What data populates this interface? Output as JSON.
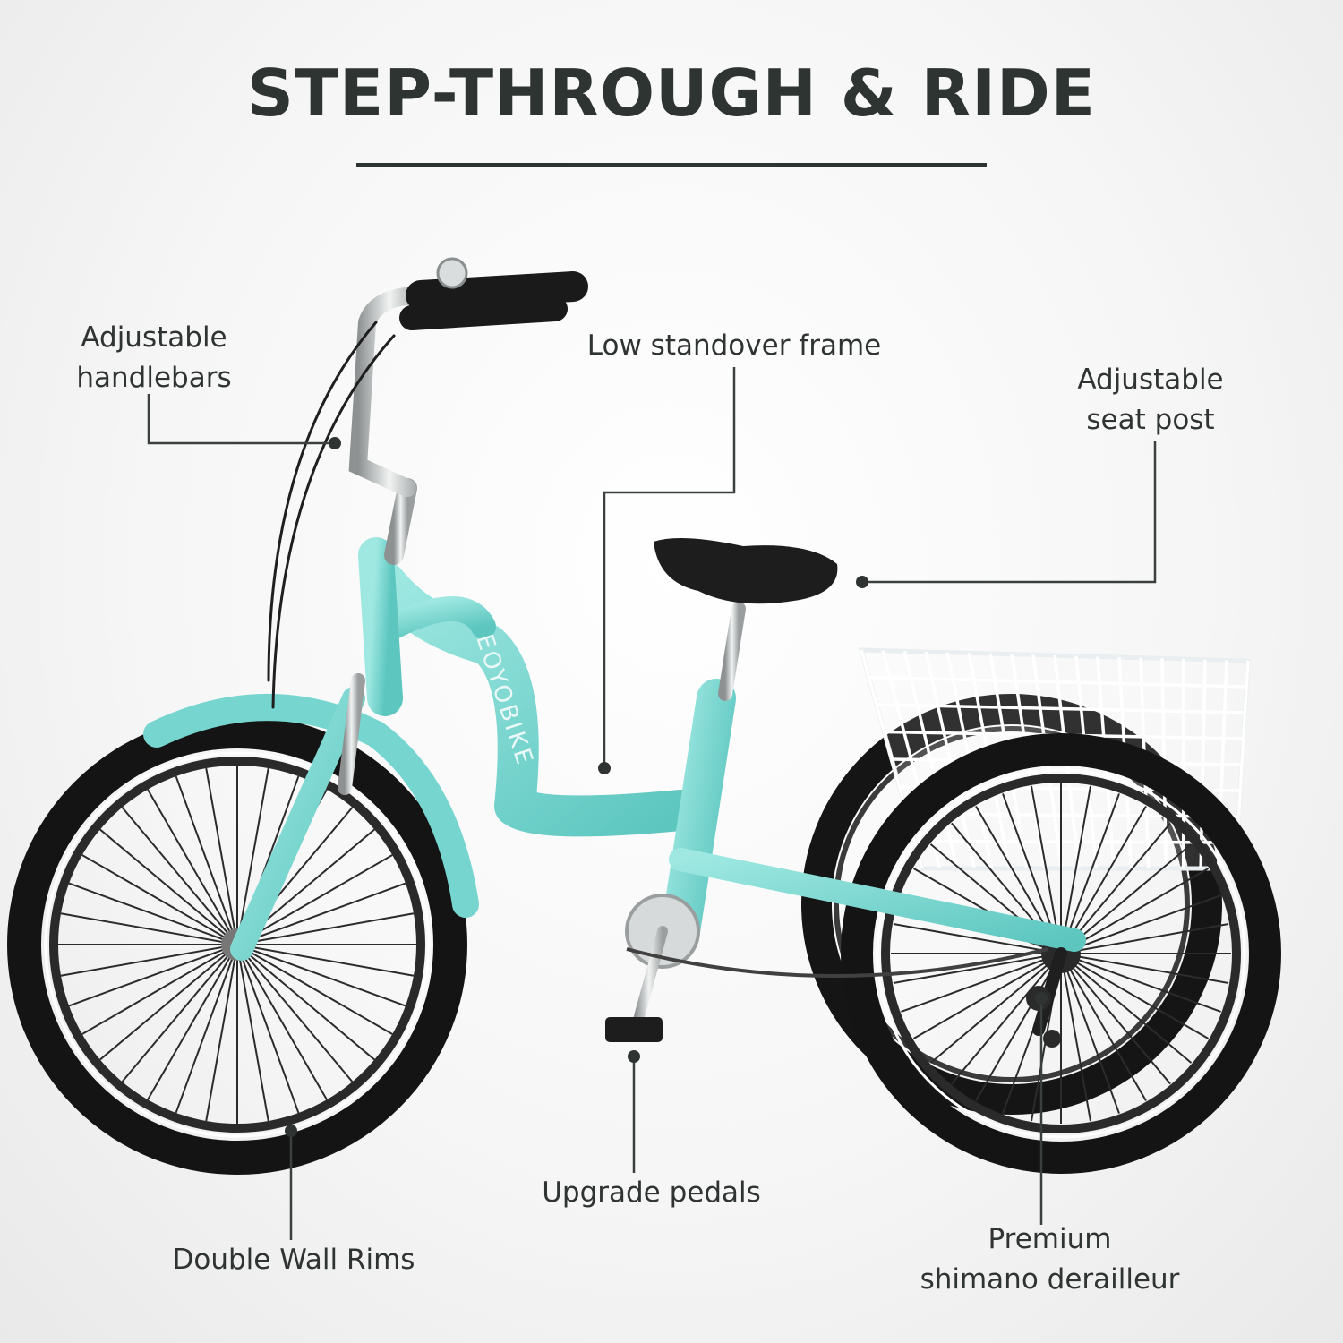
{
  "headline": "STEP-THROUGH & RIDE",
  "brand": "EOYOBIKE",
  "callouts": {
    "handlebars": [
      "Adjustable",
      "handlebars"
    ],
    "frame": "Low standover frame",
    "seat_post": [
      "Adjustable",
      "seat post"
    ],
    "rims": "Double Wall Rims",
    "pedals": "Upgrade pedals",
    "derailleur": [
      "Premium",
      "shimano derailleur"
    ]
  },
  "colors": {
    "frame": "#7fdcd6",
    "frame_shadow": "#5bc3bd",
    "tire": "#1b1b1b",
    "accent_text": "#2f3433",
    "basket": "#ffffff"
  }
}
